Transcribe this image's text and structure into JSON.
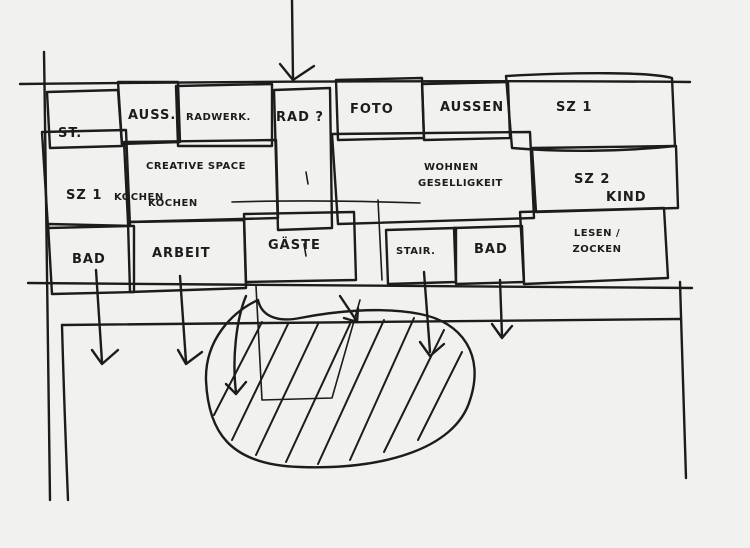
{
  "rooms": {
    "st": "ST.",
    "auss_top": "AUSS.",
    "radwerk": "RADWERK.",
    "rad": "RAD ?",
    "foto": "FOTO",
    "aussen": "AUSSEN",
    "sz1_right": "SZ 1",
    "sz1_left": "SZ 1",
    "kochen_left": "KOCHEN",
    "creative_space": "CREATIVE SPACE",
    "kochen_creative": "KOCHEN",
    "wohnen": "WOHNEN",
    "geselligkeit": "GESELLIGKEIT",
    "sz2": "SZ 2",
    "kind": "KIND",
    "bad_left": "BAD",
    "arbeit": "ARBEIT",
    "gaeste": "GÄSTE",
    "stair": "STAIR.",
    "bad_right": "BAD",
    "lesen_zocken": "LESEN / ZOCKEN"
  }
}
